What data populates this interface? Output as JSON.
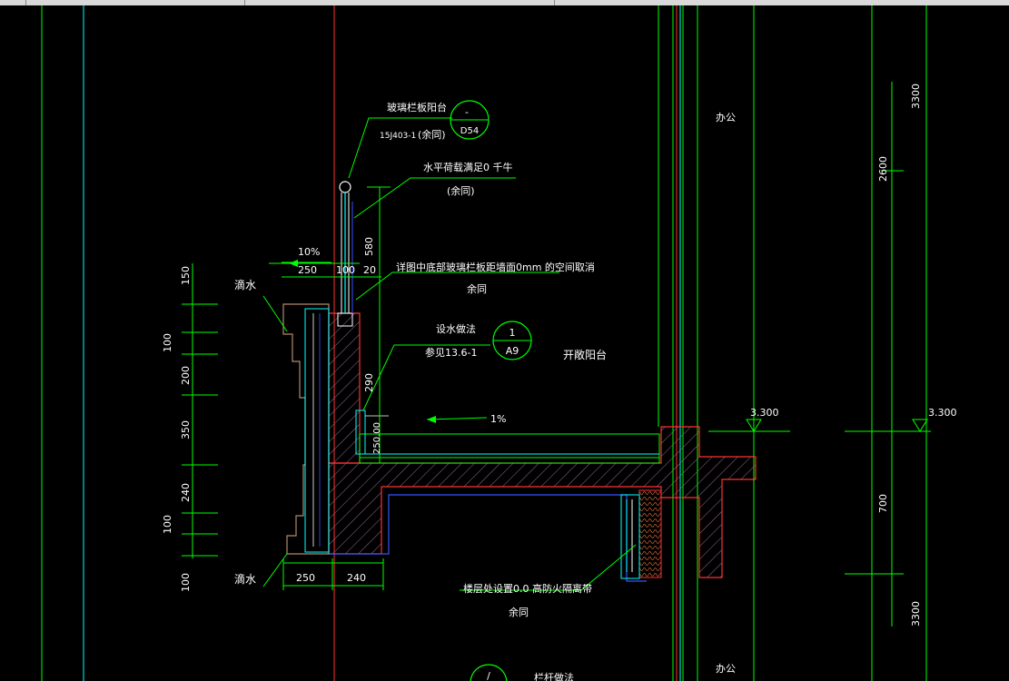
{
  "window": {
    "tabs": [
      "",
      "",
      ""
    ]
  },
  "colors": {
    "background": "#000000",
    "grid_green": "#00ff00",
    "text_white": "#ffffff",
    "red": "#ff3030",
    "cyan": "#00ffff",
    "blue": "#3355ff",
    "hatch_magenta": "#cc66cc",
    "brown": "#b38a6b"
  },
  "drawing": {
    "balcony_label": "开敞阳台",
    "office_top": "办公",
    "office_bottom": "办公",
    "callout_rail_title": "玻璃栏板阳台",
    "callout_rail_ref": "15J403-1",
    "callout_rail_same": "(余同)",
    "bubble_rail_top": "-",
    "bubble_rail_bottom": "D54",
    "callout_load_title": "水平荷载满足0 千牛",
    "callout_load_same": "(余同)",
    "callout_gap_title": "详图中底部玻璃栏板距墙面0mm  的空间取消",
    "callout_gap_same": "余同",
    "callout_wp_title": "设水做法",
    "callout_wp_ref": "参见13.6-1",
    "bubble_wp_top": "1",
    "bubble_wp_bottom": "A9",
    "callout_fire_title": "楼层处设置0.0  高防火隔离带",
    "callout_fire_same": "余同",
    "drip_top": "滴水",
    "drip_bottom": "滴水",
    "slope_parapet": "10%",
    "slope_floor": "1%",
    "dim_250_top": "250",
    "dim_100_top": "100",
    "dim_20_top": "20",
    "dim_580": "580",
    "dim_290": "290",
    "dim_250_00": "250.00",
    "dim_250_bot": "250",
    "dim_240_bot": "240",
    "vdim_150": "150",
    "vdim_100a": "100",
    "vdim_200": "200",
    "vdim_350": "350",
    "vdim_240": "240",
    "vdim_100b": "100",
    "vdim_100c": "100",
    "level_mid": "3.300",
    "level_right": "3.300",
    "rdim_3300_top": "3300",
    "rdim_2600": "2600",
    "rdim_700": "700",
    "rdim_3300_bot": "3300",
    "bottom_note": "栏杆做法",
    "bottom_bubble": "/"
  }
}
